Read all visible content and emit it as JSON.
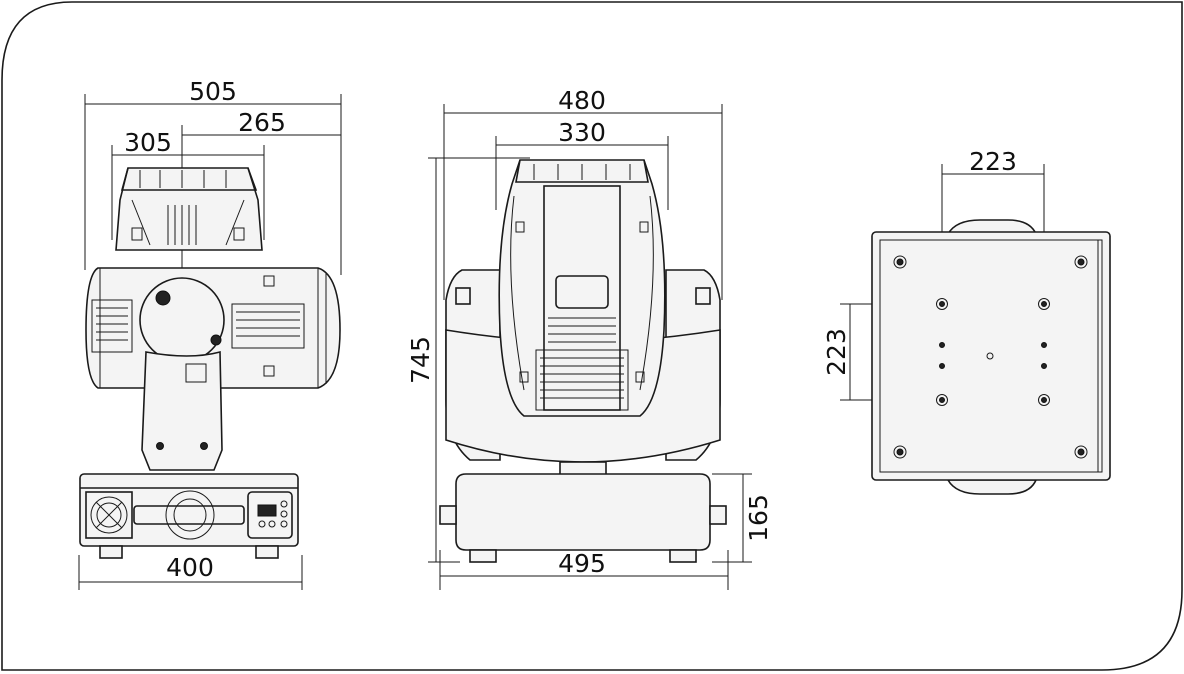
{
  "dimensions": {
    "side_width": "505",
    "side_top_right": "265",
    "side_top_left": "305",
    "side_base_width": "400",
    "front_width": "480",
    "front_inner_width": "330",
    "front_height": "745",
    "front_base_height": "165",
    "front_base_width": "495",
    "bottom_hole_spacing_x": "223",
    "bottom_hole_spacing_y": "223"
  }
}
